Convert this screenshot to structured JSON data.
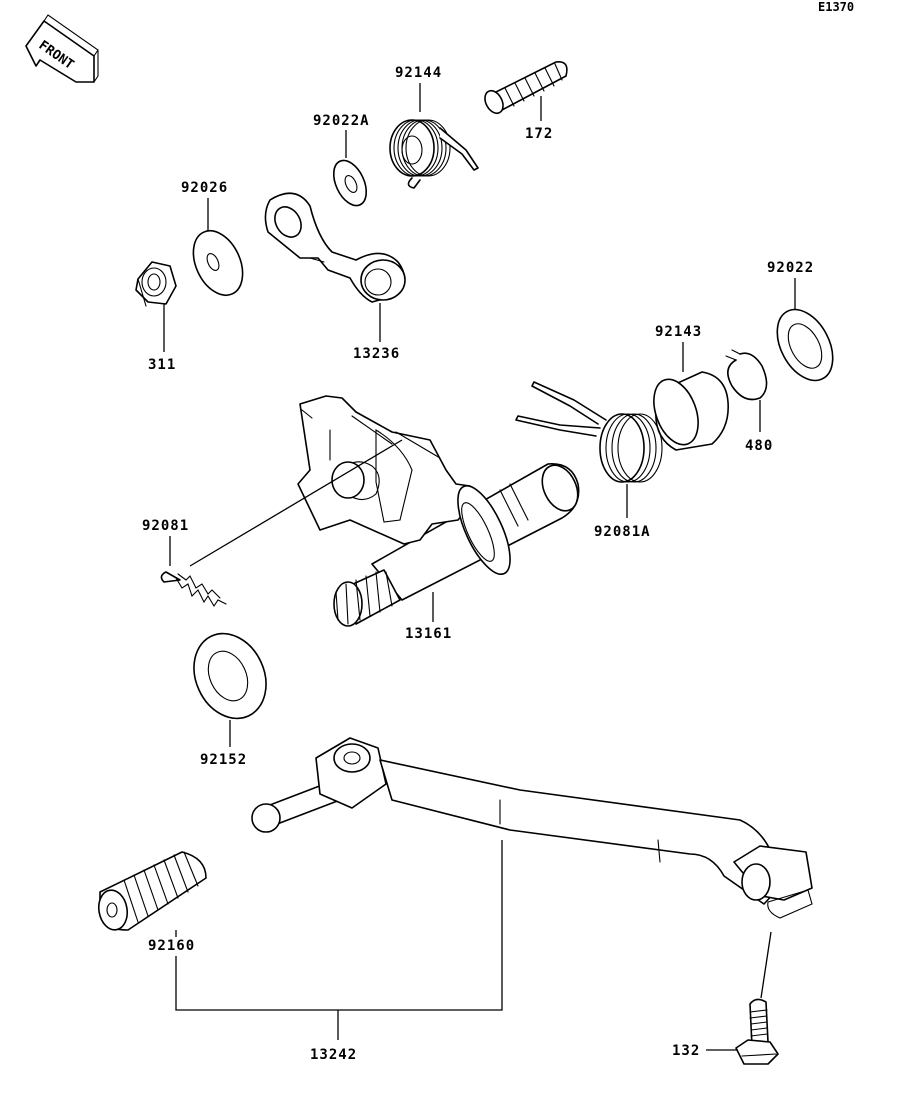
{
  "diagram_code": "E1370",
  "front_indicator": "FRONT",
  "labels": {
    "p92144": "92144",
    "p172": "172",
    "p92022A": "92022A",
    "p92026": "92026",
    "p311": "311",
    "p13236": "13236",
    "p92022": "92022",
    "p92143": "92143",
    "p480": "480",
    "p92081A": "92081A",
    "p92081": "92081",
    "p13161": "13161",
    "p92152": "92152",
    "p92160": "92160",
    "p13242": "13242",
    "p132": "132"
  }
}
